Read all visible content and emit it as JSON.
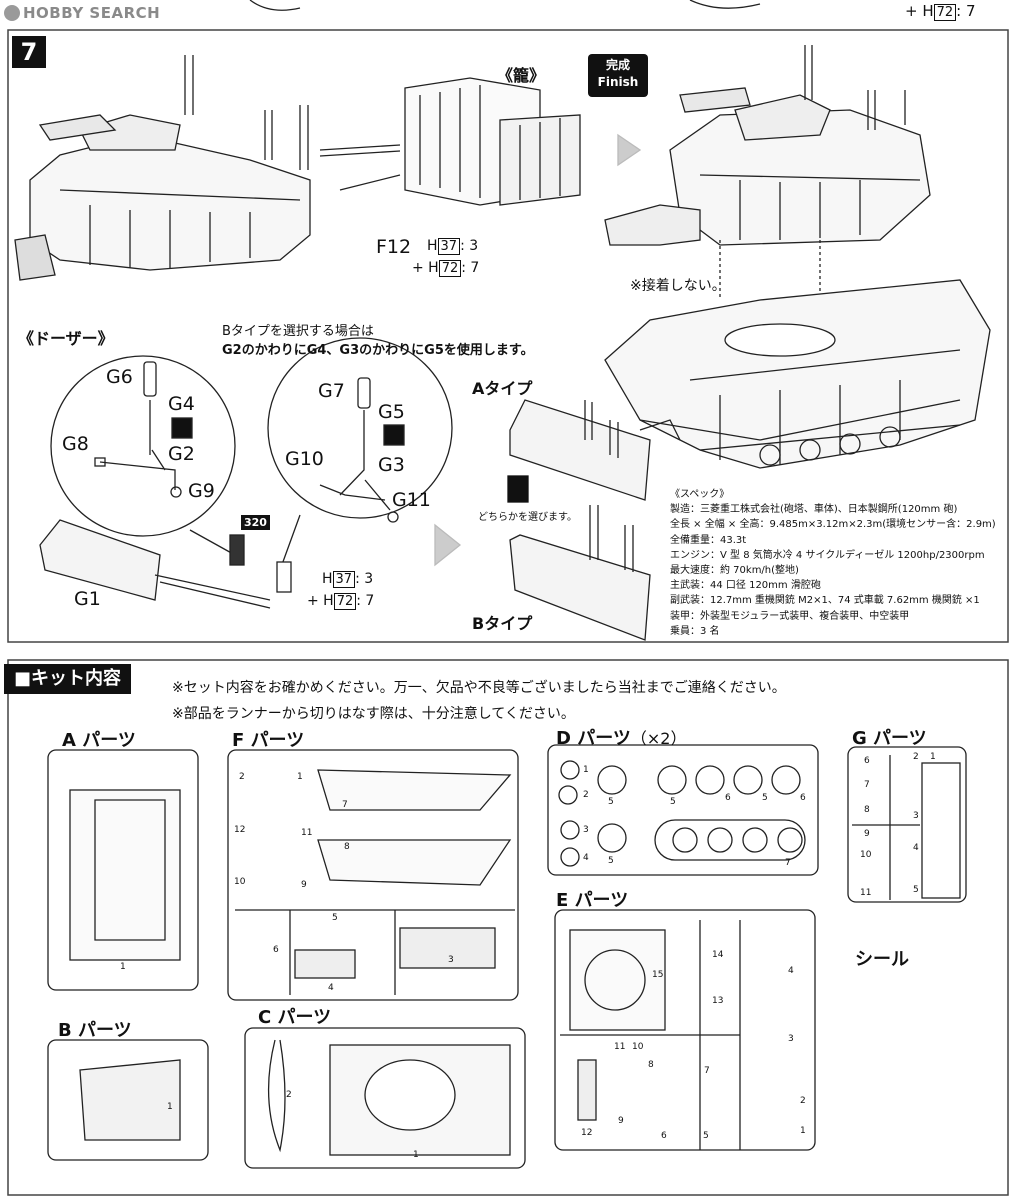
{
  "watermark": "HOBBY SEARCH",
  "top_ref": {
    "prefix": "+ H",
    "box": "72",
    "suffix": ": 7"
  },
  "step": {
    "number": "7",
    "cage_label": "《籠》",
    "finish_label": [
      "完成",
      "Finish"
    ],
    "f12": {
      "part": "F12",
      "line1_prefix": "H",
      "line1_box": "37",
      "line1_suffix": ": 3",
      "line2_prefix": "+ H",
      "line2_box": "72",
      "line2_suffix": ": 7"
    },
    "no_glue_note": "※接着しない。",
    "dozer_label": "《ドーザー》",
    "btype_note_line1": "Bタイプを選択する場合は",
    "btype_note_line2": "G2のかわりにG4、G3のかわりにG5を使用します。",
    "left_circle": {
      "g6": "G6",
      "g4": "G4",
      "g2": "G2",
      "g8": "G8",
      "g9": "G9"
    },
    "right_circle": {
      "g7": "G7",
      "g5": "G5",
      "g3": "G3",
      "g10": "G10",
      "g11": "G11"
    },
    "badge_320": "320",
    "g1": "G1",
    "bottom_ref": {
      "line1_prefix": "H",
      "line1_box": "37",
      "line1_suffix": ": 3",
      "line2_prefix": "+ H",
      "line2_box": "72",
      "line2_suffix": ": 7"
    },
    "a_type": "Aタイプ",
    "b_type": "Bタイプ",
    "choose_note": "どちらかを選びます。"
  },
  "spec": {
    "title": "《スペック》",
    "lines": [
      "製造：三菱重工株式会社(砲塔、車体)、日本製鋼所(120mm 砲)",
      "全長 × 全幅 × 全高：9.485m×3.12m×2.3m(環境センサー含：2.9m)",
      "全備重量：43.3t",
      "エンジン：V 型 8 気筒水冷 4 サイクルディーゼル 1200hp/2300rpm",
      "最大速度：約 70km/h(整地)",
      "主武装：44 口径 120mm 滑腔砲",
      "副武装：12.7mm 重機関銃 M2×1、74 式車載 7.62mm 機関銃 ×1",
      "装甲：外装型モジュラー式装甲、複合装甲、中空装甲",
      "乗員：3 名"
    ]
  },
  "kit": {
    "title": "■キット内容",
    "note1": "※セット内容をお確かめください。万一、欠品や不良等ございましたら当社までご連絡ください。",
    "note2": "※部品をランナーから切りはなす際は、十分注意してください。",
    "parts": {
      "a": "A パーツ",
      "b": "B パーツ",
      "c": "C パーツ",
      "d": "D パーツ",
      "d_qty": "（×2）",
      "e": "E パーツ",
      "f": "F パーツ",
      "g": "G パーツ",
      "seal": "シール"
    },
    "a_nums": [
      "1"
    ],
    "b_nums": [
      "1"
    ],
    "c_nums": [
      "2",
      "1"
    ],
    "d_nums": [
      "1",
      "5",
      "2",
      "5",
      "3",
      "5",
      "4",
      "5",
      "6",
      "6",
      "7"
    ],
    "e_nums": [
      "15",
      "14",
      "4",
      "13",
      "3",
      "11",
      "10",
      "8",
      "7",
      "2",
      "12",
      "9",
      "6",
      "5",
      "1"
    ],
    "f_nums": [
      "2",
      "1",
      "7",
      "12",
      "11",
      "8",
      "10",
      "9",
      "5",
      "6",
      "4",
      "3"
    ],
    "g_nums": [
      "6",
      "2",
      "1",
      "7",
      "8",
      "3",
      "9",
      "4",
      "10",
      "11",
      "5"
    ]
  }
}
